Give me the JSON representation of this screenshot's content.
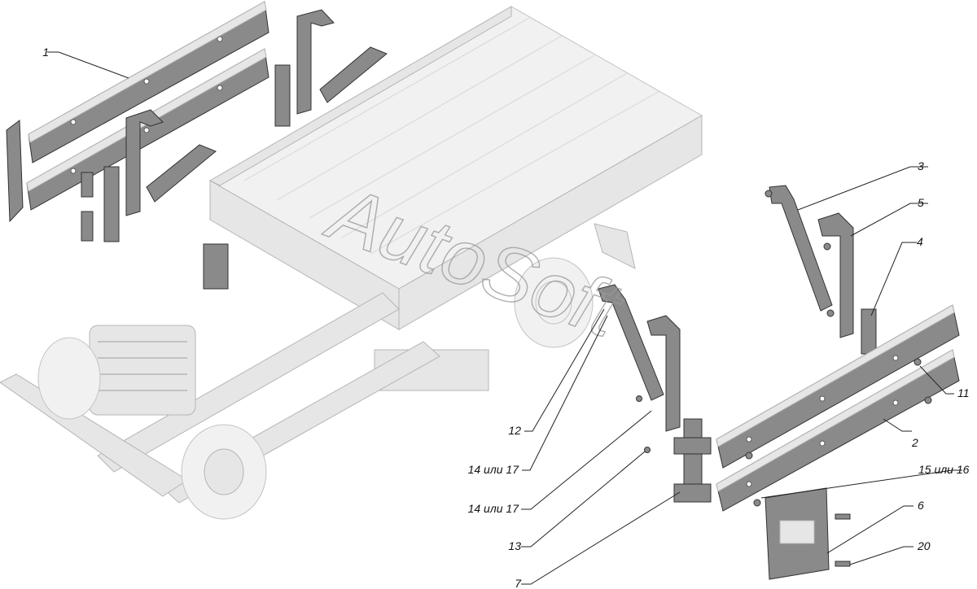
{
  "watermark": "AutoSoft",
  "callouts": [
    {
      "id": "c1",
      "text": "1"
    },
    {
      "id": "c2",
      "text": "2"
    },
    {
      "id": "c3",
      "text": "3"
    },
    {
      "id": "c4",
      "text": "4"
    },
    {
      "id": "c5",
      "text": "5"
    },
    {
      "id": "c6",
      "text": "6"
    },
    {
      "id": "c7",
      "text": "7"
    },
    {
      "id": "c11",
      "text": "11"
    },
    {
      "id": "c12",
      "text": "12"
    },
    {
      "id": "c13",
      "text": "13"
    },
    {
      "id": "c14a",
      "text": "14 или 17"
    },
    {
      "id": "c14b",
      "text": "14 или 17"
    },
    {
      "id": "c15",
      "text": "15 или 16"
    },
    {
      "id": "c20",
      "text": "20"
    }
  ],
  "colors": {
    "part": "#8a8a8a",
    "ghost": "#f1f1f1",
    "line": "#222222"
  }
}
